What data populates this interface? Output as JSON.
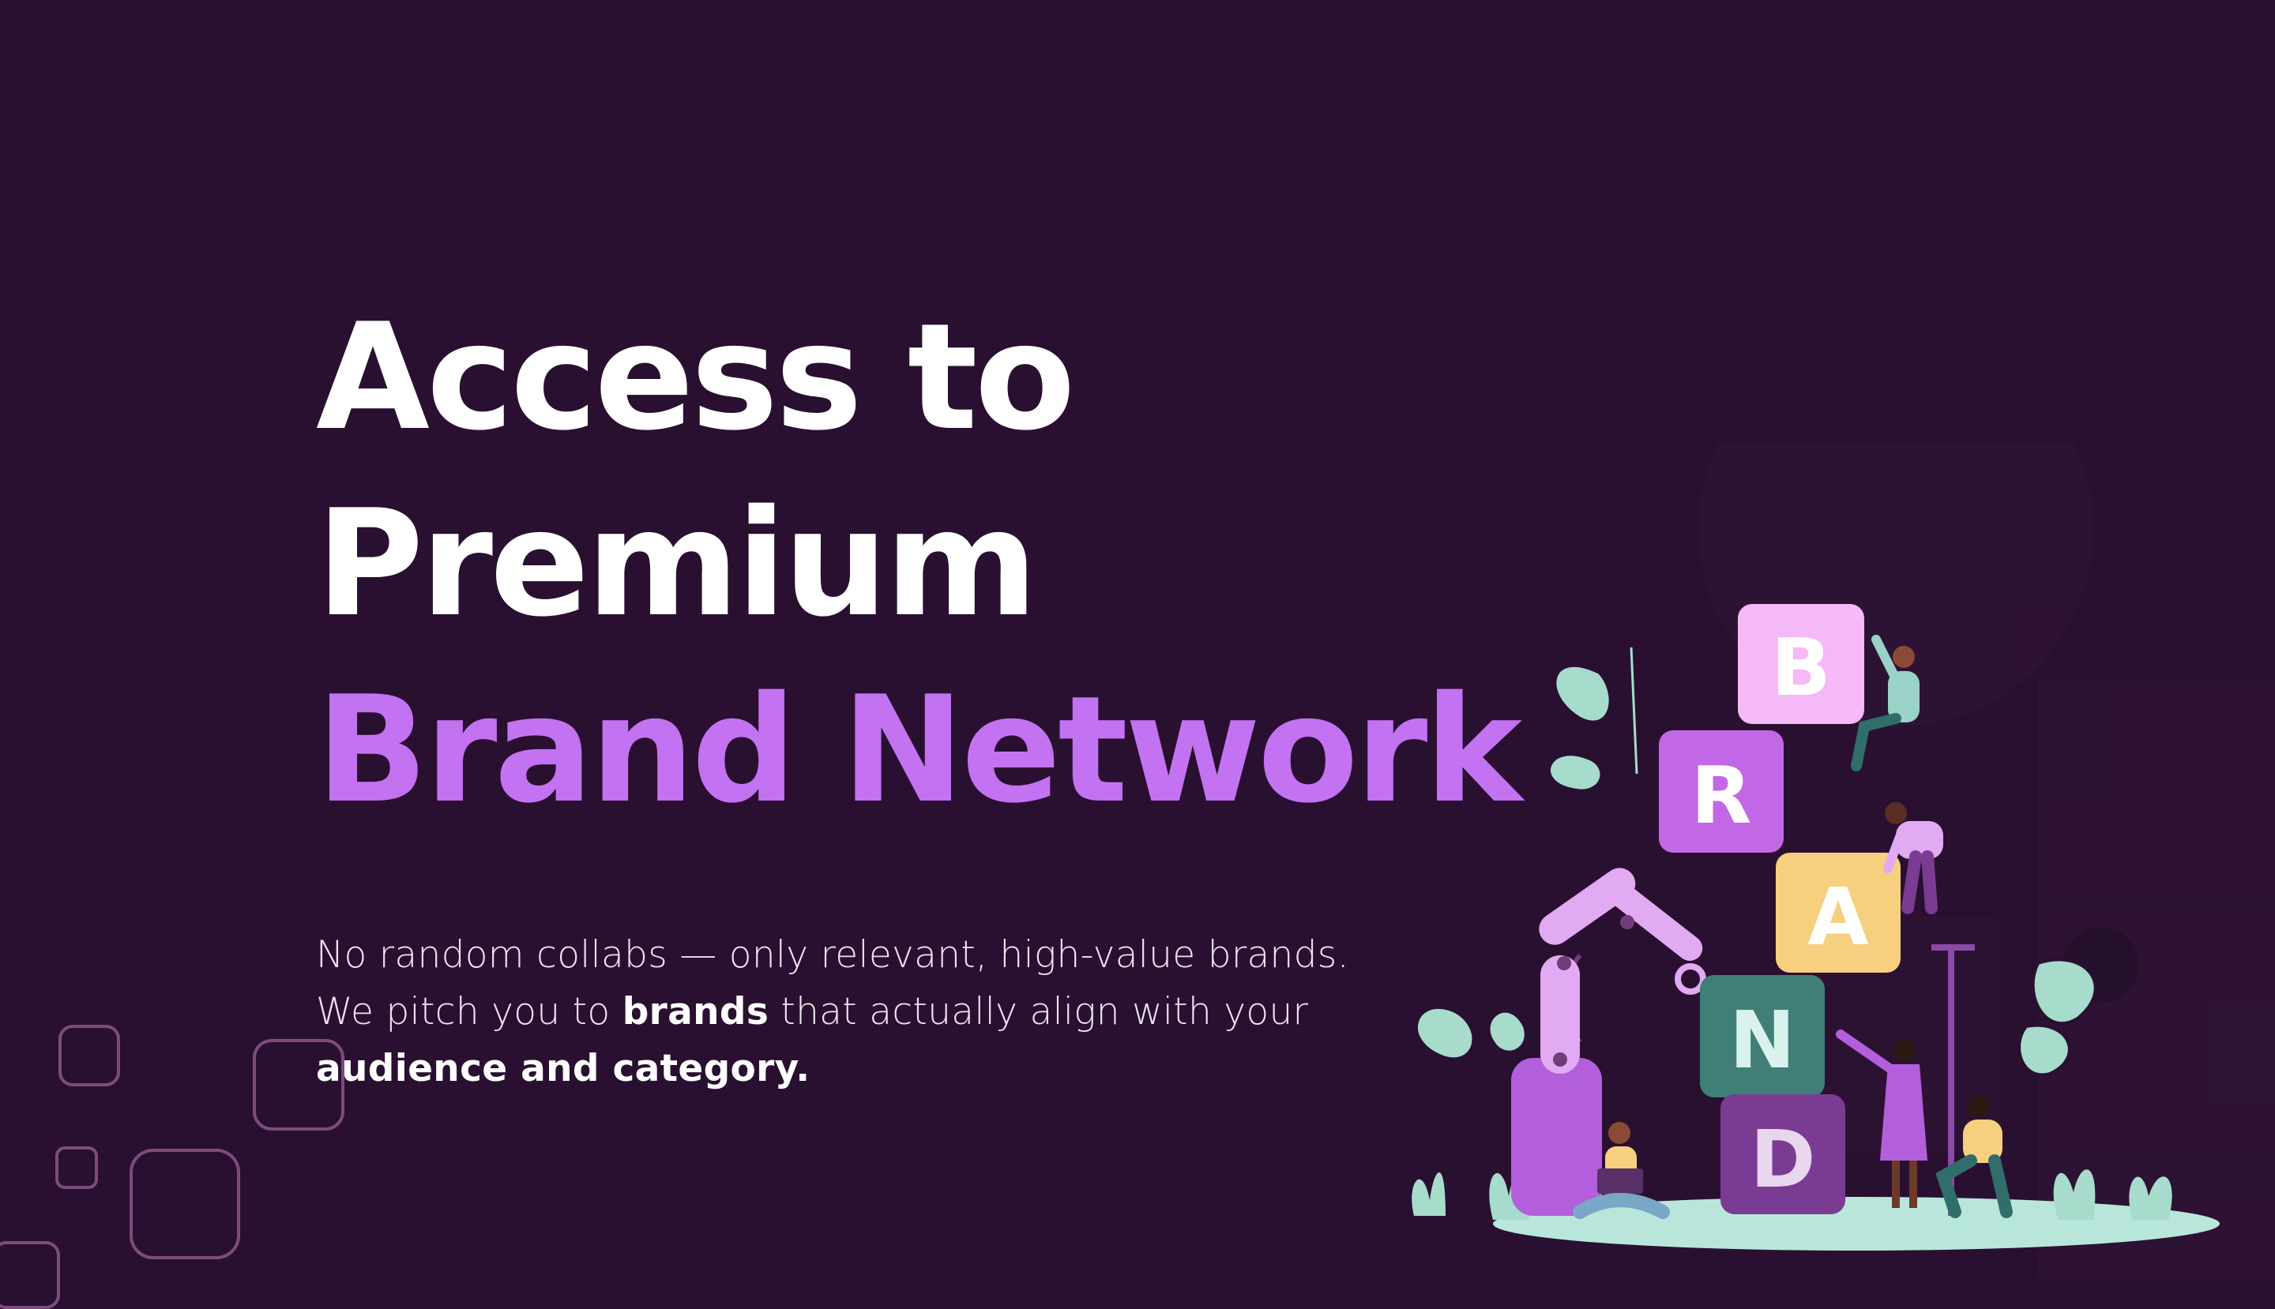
{
  "title": {
    "line1": "Access to Premium",
    "line2": "Brand Network"
  },
  "description": {
    "line1": "No random collabs — only relevant, high-value brands.",
    "line2_pre": "We pitch you to ",
    "line2_bold": "brands",
    "line2_post": " that actually align with your",
    "line3_bold": "audience and category."
  },
  "illustration": {
    "blocks": [
      "B",
      "R",
      "A",
      "N",
      "D"
    ]
  },
  "colors": {
    "background": "#2a1030",
    "accent": "#c372f2",
    "text": "#ffffff"
  }
}
